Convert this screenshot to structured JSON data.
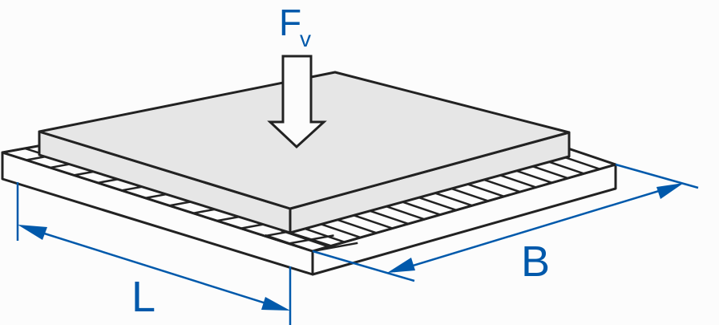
{
  "labels": {
    "force": "F",
    "force_subscript": "v",
    "length": "L",
    "width": "B"
  },
  "colors": {
    "outline": "#222222",
    "plate_fill": "#e6e6e6",
    "base_fill": "#fcfcfc",
    "dimension": "#0059ab"
  }
}
